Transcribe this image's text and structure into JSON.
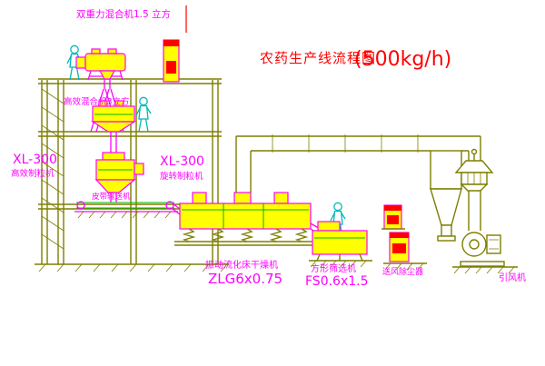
{
  "title": {
    "text": "农药生产线流程图",
    "capacity": "(500kg/h)"
  },
  "labels": {
    "gravity_mixer": "双重力混合机1.5 立方",
    "high_efficiency_mixer": "高效混合机3立方",
    "granulator_left_model": "XL-300",
    "granulator_left_name": "高效制粒机",
    "granulator_mid_model": "XL-300",
    "granulator_mid_name": "旋转制粒机",
    "belt_conveyor": "皮带输送机",
    "fluid_bed_dryer_name": "振动流化床干燥机",
    "fluid_bed_dryer_model": "ZLG6x0.75",
    "square_sieve_name": "方形筛选机",
    "square_sieve_model": "FS0.6x1.5",
    "air_dust_collector": "送风除尘器",
    "induced_draft_fan": "引风机"
  },
  "colors": {
    "title_red": "#ff0000",
    "label_magenta": "#ff00ff",
    "equipment_yellow": "#ffff00",
    "structure_olive": "#7e7e00",
    "accent_green": "#00b400",
    "person_cyan": "#00b8b8",
    "background": "#ffffff"
  }
}
